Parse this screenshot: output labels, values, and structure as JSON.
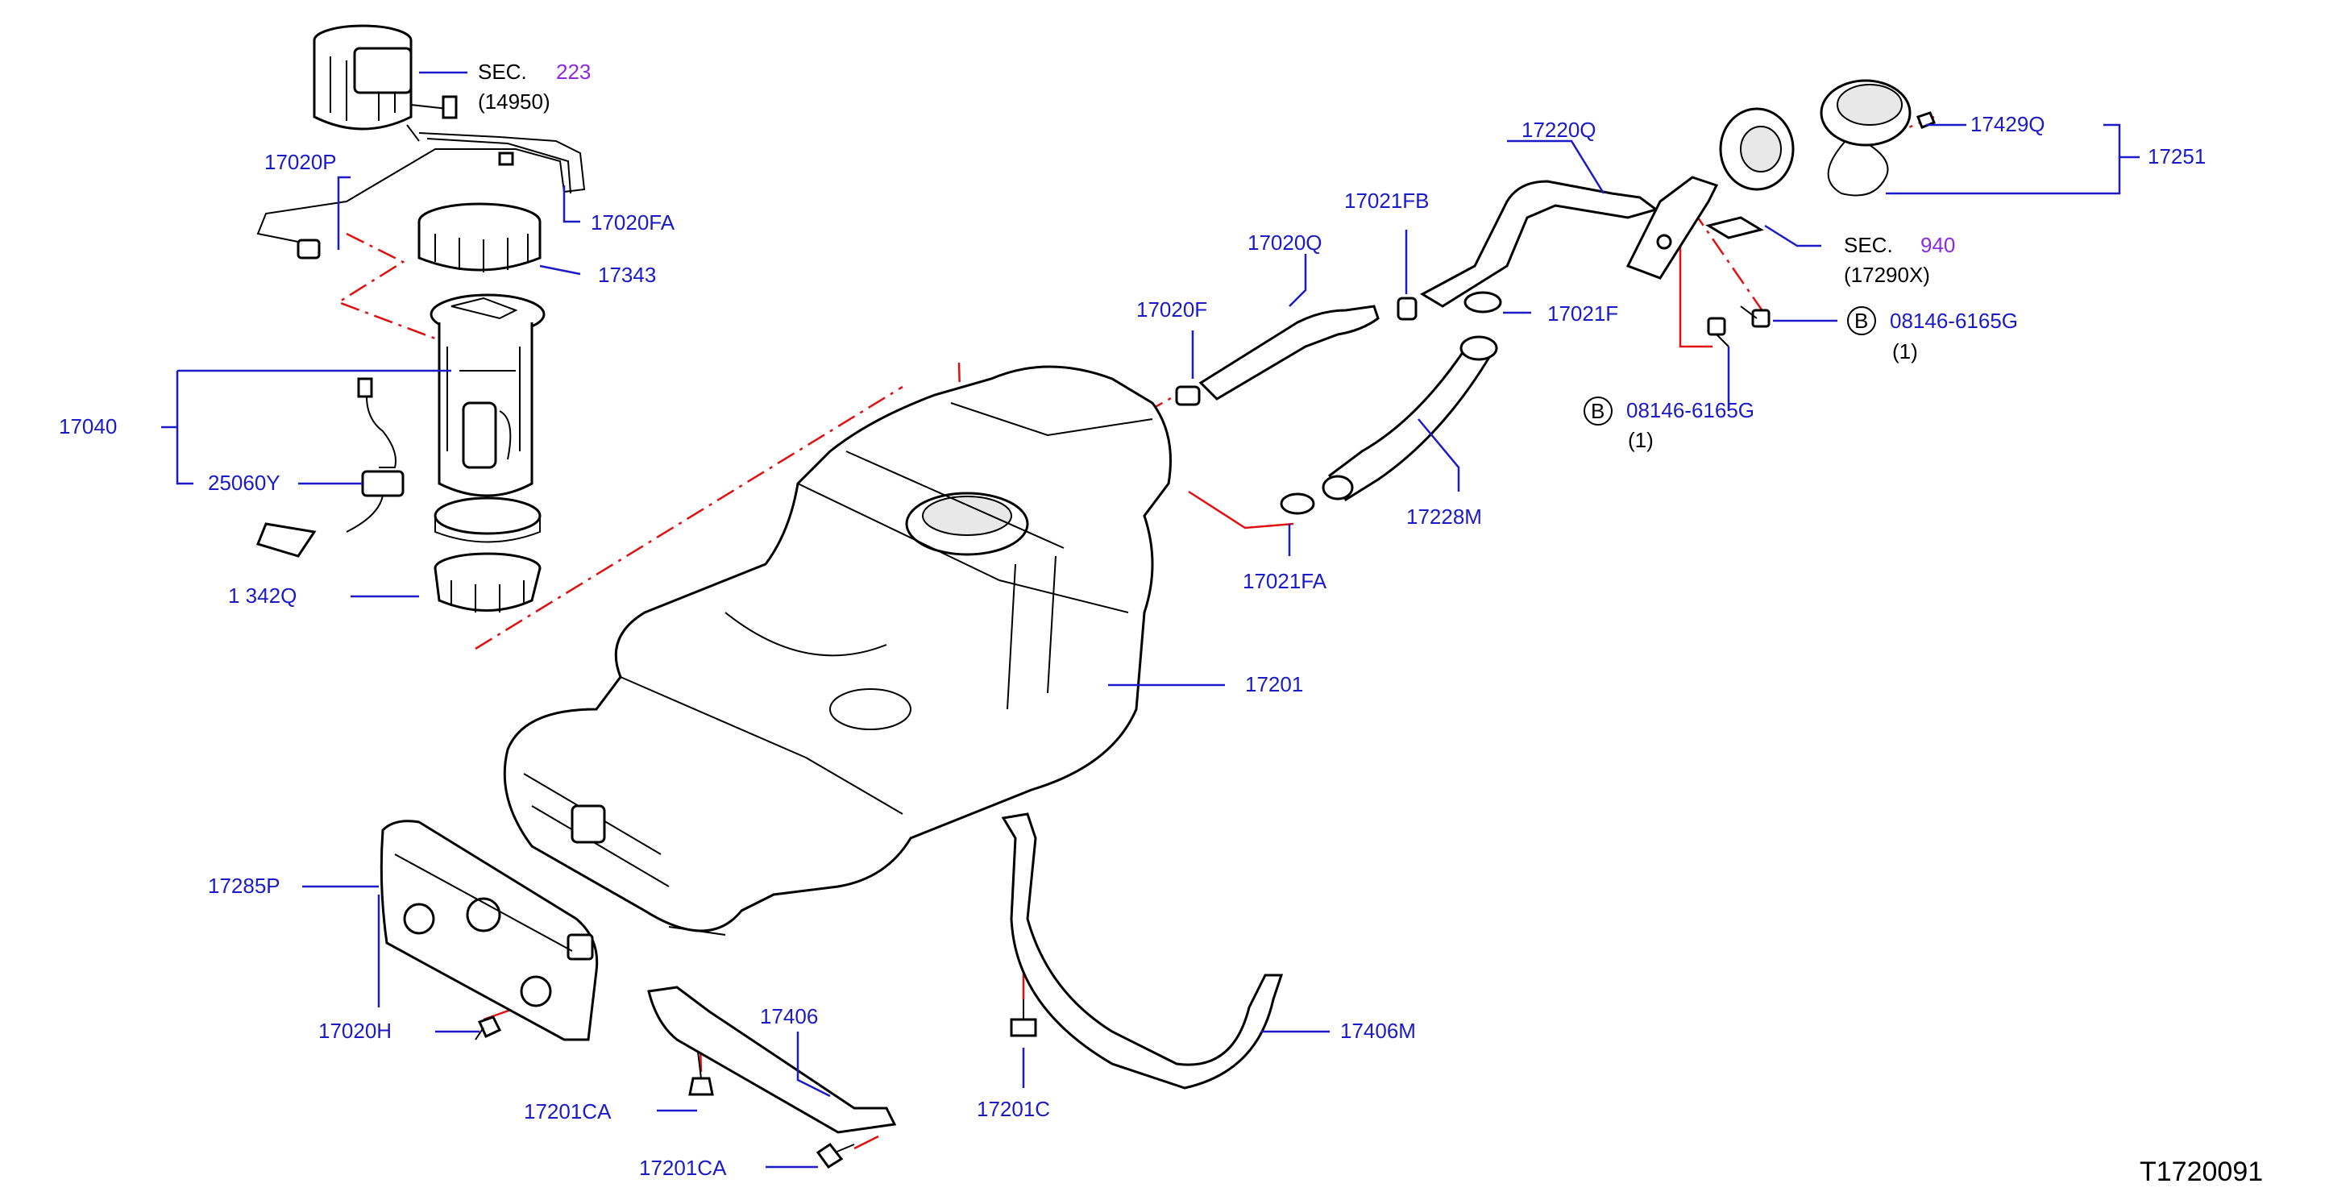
{
  "diagram_code": "T1720091",
  "labels": {
    "sec_223_prefix": "SEC.",
    "sec_223_num": "223",
    "sec_223_sub": "(14950)",
    "p17020P": "17020P",
    "p17020FA": "17020FA",
    "p17343": "17343",
    "p17040": "17040",
    "p25060Y": "25060Y",
    "p17342Q": "1 342Q",
    "p17020Q": "17020Q",
    "p17021FB": "17021FB",
    "p17220Q": "17220Q",
    "p17020F": "17020F",
    "p17021F": "17021F",
    "p17228M": "17228M",
    "p17021FA": "17021FA",
    "p17201": "17201",
    "p17429Q": "17429Q",
    "p17251": "17251",
    "sec_940_prefix": "SEC.",
    "sec_940_num": "940",
    "sec_940_sub": "(17290X)",
    "bolt_b1_mark": "B",
    "bolt_b1": "08146-6165G",
    "bolt_b1_qty": "(1)",
    "bolt_b2_mark": "B",
    "bolt_b2": "08146-6165G",
    "bolt_b2_qty": "(1)",
    "p17285P": "17285P",
    "p17020H": "17020H",
    "p17406": "17406",
    "p17201CA_1": "17201CA",
    "p17201CA_2": "17201CA",
    "p17201C": "17201C",
    "p17406M": "17406M"
  },
  "colors": {
    "label_blue": "#1a1ac8",
    "section_purple": "#8a2be2",
    "guide_red": "#e01010",
    "line_black": "#000000"
  }
}
